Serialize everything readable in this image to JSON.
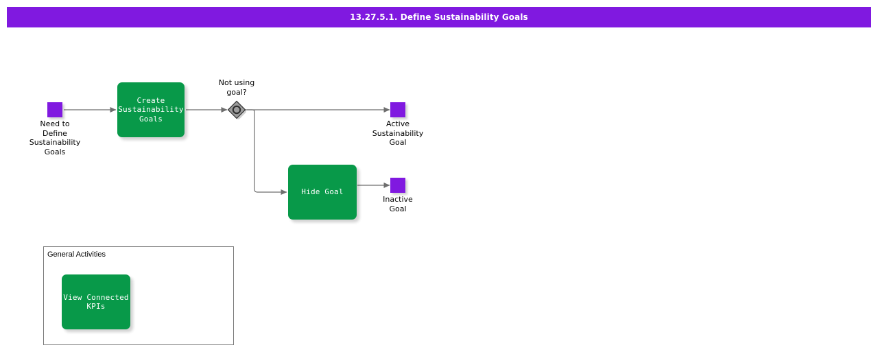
{
  "header": {
    "title": "13.27.5.1. Define Sustainability Goals",
    "bar_color": "#8019E0",
    "text_color": "#FFFFFF"
  },
  "palette": {
    "event_purple": "#8019E0",
    "task_green": "#089949",
    "gateway_gray": "#9C9C9C",
    "edge_gray": "#6E6E6E",
    "group_border": "#7A7A7A",
    "page_background": "#FFFFFF"
  },
  "diagram": {
    "type": "bpmn-process-flow",
    "start_events": [
      {
        "id": "need-to-define-sustainability-goals",
        "label": "Need to\nDefine\nSustainability\nGoals",
        "shape": "square",
        "color": "#8019E0"
      }
    ],
    "tasks": [
      {
        "id": "create-sustainability-goals",
        "label": "Create\nSustainability\nGoals",
        "color": "#089949"
      },
      {
        "id": "hide-goal",
        "label": "Hide Goal",
        "color": "#089949"
      }
    ],
    "gateways": [
      {
        "id": "not-using-goal",
        "label": "Not using\ngoal?",
        "shape": "diamond-with-circle",
        "color": "#9C9C9C"
      }
    ],
    "end_events": [
      {
        "id": "active-sustainability-goal",
        "label": "Active\nSustainability\nGoal",
        "shape": "square",
        "color": "#8019E0"
      },
      {
        "id": "inactive-goal",
        "label": "Inactive\nGoal",
        "shape": "square",
        "color": "#8019E0"
      }
    ],
    "flows": [
      {
        "from": "need-to-define-sustainability-goals",
        "to": "create-sustainability-goals",
        "label": ""
      },
      {
        "from": "create-sustainability-goals",
        "to": "not-using-goal",
        "label": ""
      },
      {
        "from": "not-using-goal",
        "to": "active-sustainability-goal",
        "label": ""
      },
      {
        "from": "not-using-goal",
        "to": "hide-goal",
        "label": ""
      },
      {
        "from": "hide-goal",
        "to": "inactive-goal",
        "label": ""
      }
    ],
    "groups": [
      {
        "id": "general-activities",
        "title": "General Activities",
        "tasks": [
          {
            "id": "view-connected-kpis",
            "label": "View Connected\nKPIs",
            "color": "#089949"
          }
        ]
      }
    ]
  }
}
